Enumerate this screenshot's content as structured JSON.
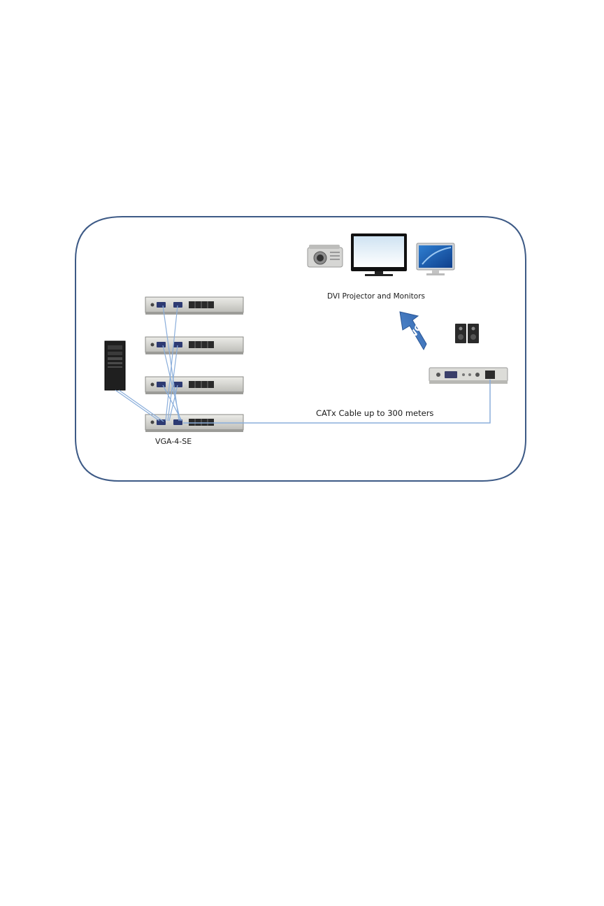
{
  "diagram": {
    "labels": {
      "displays": "DVI Projector and Monitors",
      "cable": "CATx Cable up to 300 meters",
      "splitter": "VGA-4-SE",
      "arrow": "VGA"
    },
    "devices": [
      "tower-pc",
      "splitter-1",
      "splitter-2",
      "splitter-3",
      "splitter-4",
      "projector",
      "flat-tv",
      "lcd-monitor",
      "speakers",
      "receiver"
    ],
    "colors": {
      "frame": "#3d5a86",
      "cable": "#8aaedb",
      "arrow": "#3f74b8",
      "device_body": "#cfd0cc",
      "device_front": "#e6e6e2"
    }
  }
}
